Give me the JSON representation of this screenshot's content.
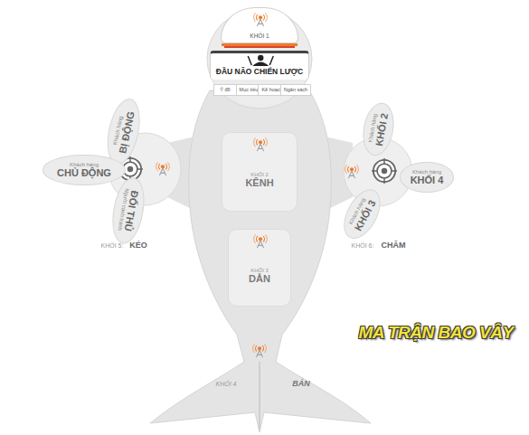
{
  "diagram": {
    "nodes": [
      {
        "text": [
          "KHỐI 1"
        ]
      },
      {
        "text": [
          "ĐẦU NÃO CHIẾN LƯỢC"
        ]
      },
      {
        "text": [
          "Ý đồ"
        ]
      },
      {
        "text": [
          "Mục tiêu"
        ]
      },
      {
        "text": [
          "Kế hoạch"
        ]
      },
      {
        "text": [
          "Ngân sách"
        ]
      },
      {
        "text": [
          "KHỐI 2",
          "KÊNH"
        ]
      },
      {
        "text": [
          "KHỐI 3",
          "DẪN"
        ]
      },
      {
        "text": [
          "Khách hàng",
          "BỊ ĐỘNG"
        ]
      },
      {
        "text": [
          "Khách hàng",
          "CHỦ ĐỘNG"
        ]
      },
      {
        "text": [
          "ĐỐI THỦ",
          "Người cạnh tranh"
        ]
      },
      {
        "text": [
          "Khách hàng",
          "KHỐI 2"
        ]
      },
      {
        "text": [
          "Khách hàng",
          "KHỐI 4"
        ]
      },
      {
        "text": [
          "Khách hàng",
          "KHỐI 3"
        ]
      }
    ],
    "labels": [
      "KHỐI 5:",
      "KÉO",
      "KHỐI 6:",
      "CHĂM",
      "KHỐI 4",
      "BÁN",
      "MA TRẬN BAO VÂY"
    ]
  }
}
